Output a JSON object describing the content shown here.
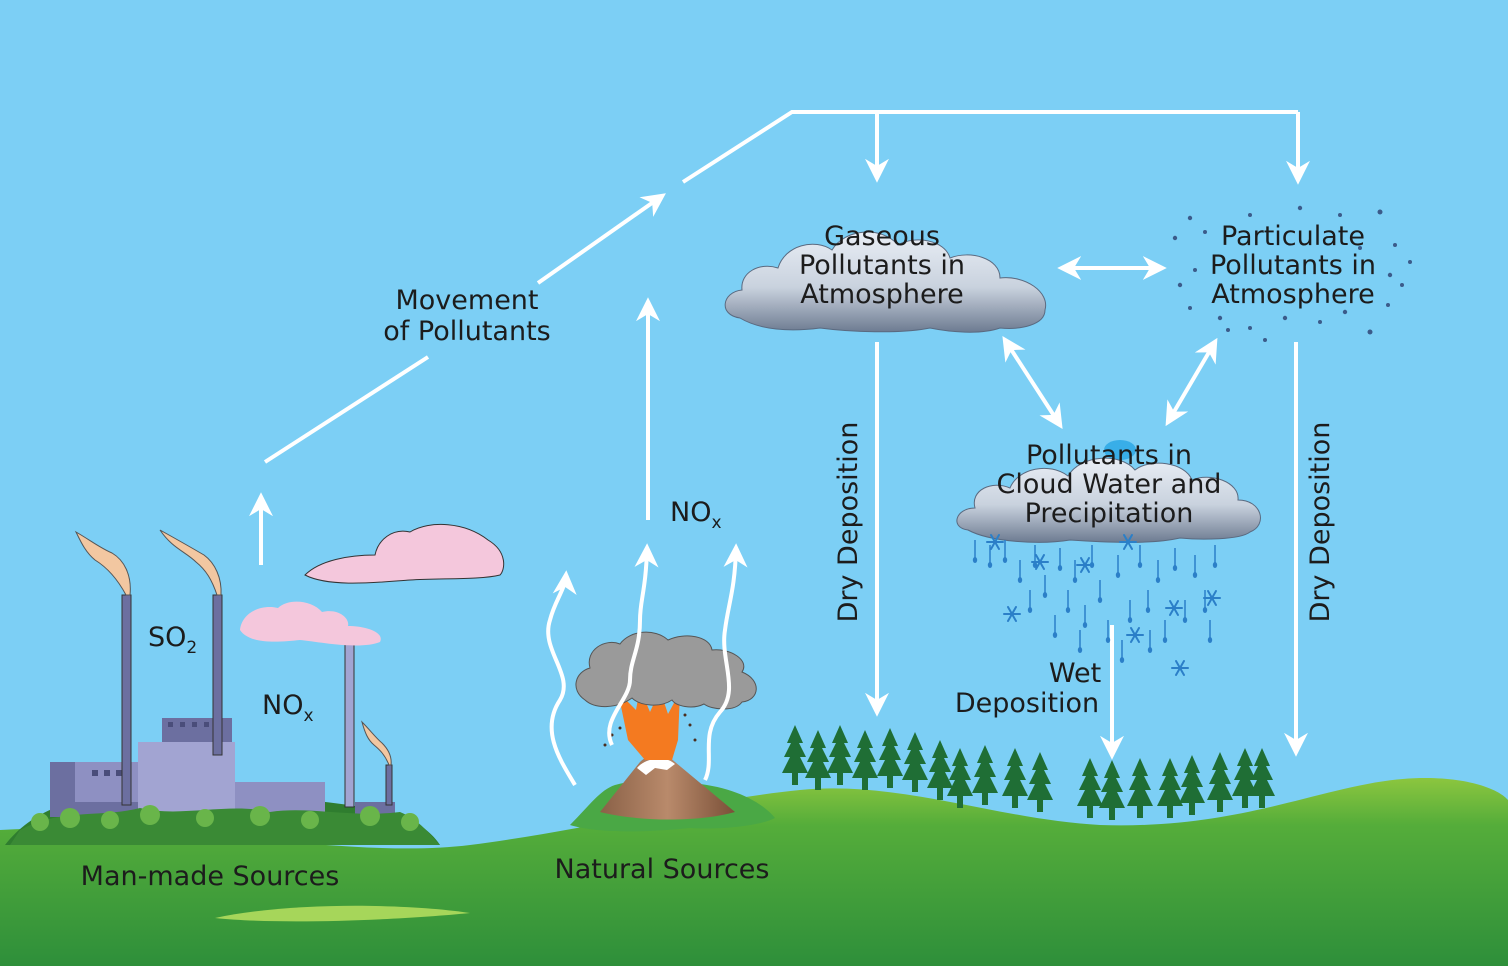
{
  "labels": {
    "movement": [
      "Movement",
      "of Pollutants"
    ],
    "gaseous": [
      "Gaseous",
      "Pollutants in",
      "Atmosphere"
    ],
    "particulate": [
      "Particulate",
      "Pollutants in",
      "Atmosphere"
    ],
    "cloud_water": [
      "Pollutants in",
      "Cloud Water and",
      "Precipitation"
    ],
    "dry_deposition_left": "Dry Deposition",
    "dry_deposition_right": "Dry Deposition",
    "wet_deposition": [
      "Wet",
      "Deposition"
    ],
    "so2": {
      "base": "SO",
      "sub": "2"
    },
    "nox_factory": {
      "base": "NO",
      "sub": "x"
    },
    "nox_volcano": {
      "base": "NO",
      "sub": "x"
    },
    "man_made_sources": "Man-made Sources",
    "natural_sources": "Natural Sources"
  },
  "colors": {
    "sky": "#7ccff5",
    "ground": "#3aa23a",
    "arrows": "#ffffff",
    "factory_clouds": "#f4c7dc",
    "lava": "#f47a20",
    "smoke": "#9a9a9a",
    "trees": "#1f6e35"
  },
  "icons": [
    "factory-icon",
    "smokestack-icon",
    "volcano-icon",
    "cloud-icon",
    "tree-icon",
    "snowflake-icon",
    "raindrop-icon"
  ]
}
